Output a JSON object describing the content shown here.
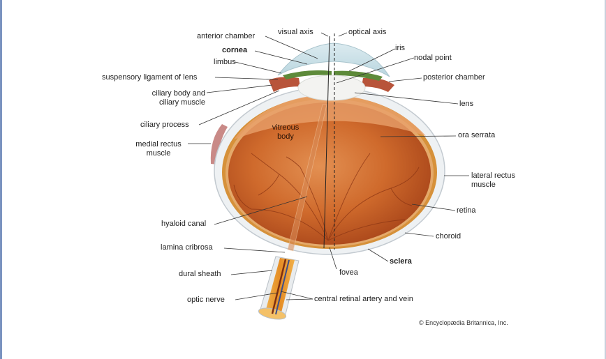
{
  "labels": {
    "visual_axis": "visual axis",
    "optical_axis": "optical axis",
    "anterior_chamber": "anterior chamber",
    "cornea": "cornea",
    "iris": "iris",
    "limbus": "limbus",
    "nodal_point": "nodal point",
    "suspensory_ligament": "suspensory ligament of lens",
    "posterior_chamber": "posterior chamber",
    "ciliary_body": "ciliary body and\nciliary muscle",
    "lens": "lens",
    "ciliary_process": "ciliary process",
    "vitreous_body": "vitreous\nbody",
    "ora_serrata": "ora serrata",
    "medial_rectus": "medial rectus\nmuscle",
    "lateral_rectus": "lateral rectus\nmuscle",
    "retina": "retina",
    "hyaloid_canal": "hyaloid canal",
    "choroid": "choroid",
    "lamina_cribrosa": "lamina cribrosa",
    "sclera": "sclera",
    "dural_sheath": "dural sheath",
    "fovea": "fovea",
    "optic_nerve": "optic nerve",
    "central_retinal_artery": "central retinal artery and vein"
  },
  "credit": "© Encyclopædia Britannica, Inc.",
  "colors": {
    "vitreous": "#c8581d",
    "vitreous_light": "#e08a4a",
    "choroid": "#d2903a",
    "sclera": "#eef1f3",
    "cornea": "#cfe3ea",
    "iris": "#5d8a3a",
    "lens": "#f2f2f0",
    "muscle": "#c98a87",
    "nerve": "#e89a2c",
    "vessel": "#7d2f12"
  }
}
